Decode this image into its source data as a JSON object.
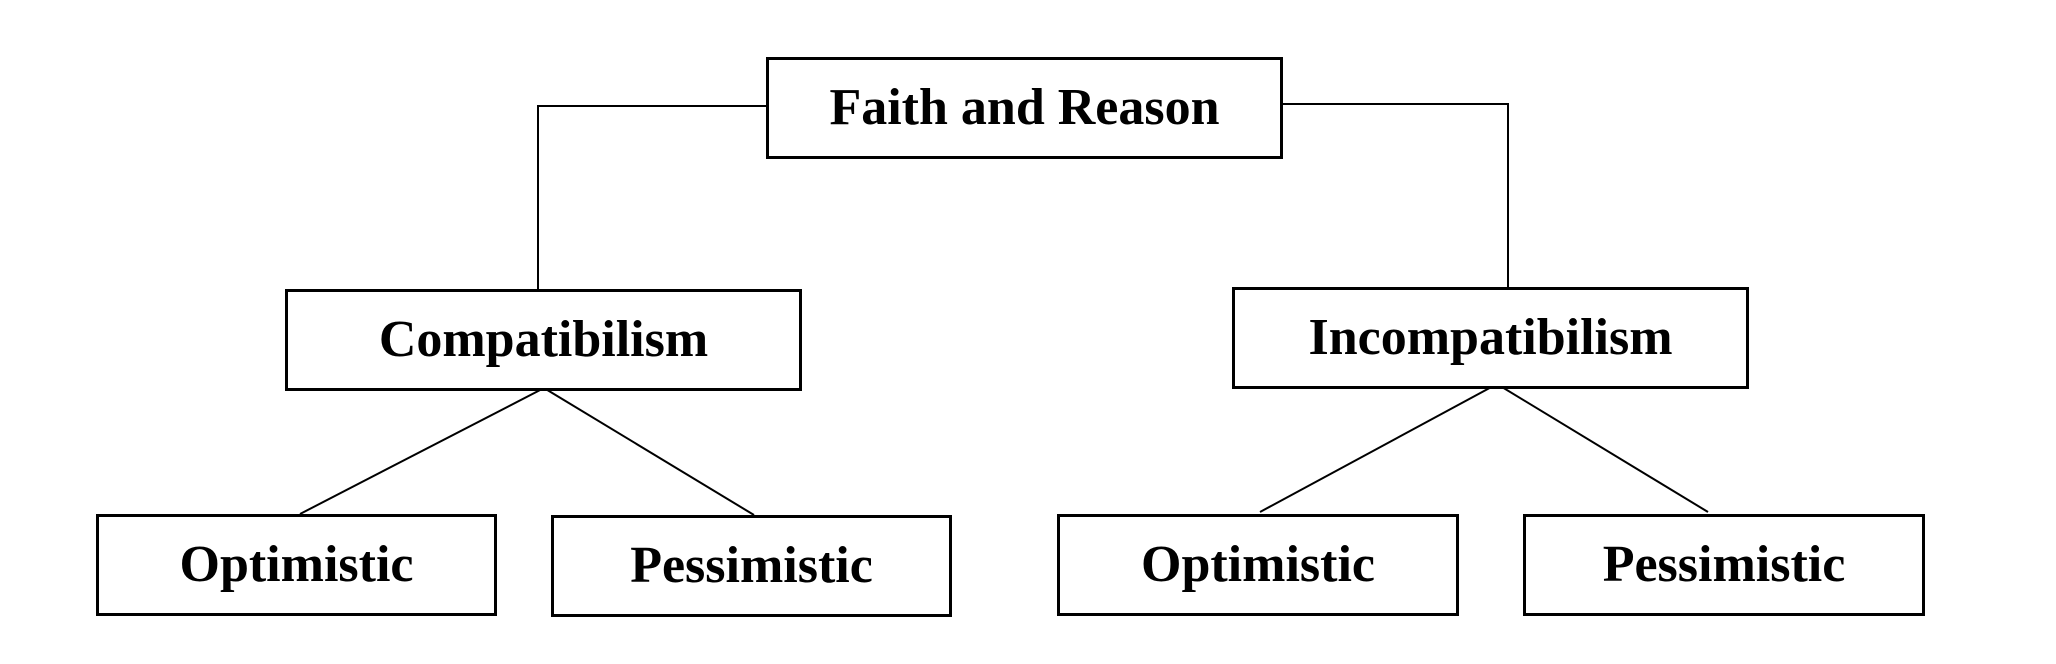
{
  "diagram": {
    "root": {
      "label": "Faith and Reason"
    },
    "branches": [
      {
        "label": "Compatibilism",
        "children": [
          {
            "label": "Optimistic"
          },
          {
            "label": "Pessimistic"
          }
        ]
      },
      {
        "label": "Incompatibilism",
        "children": [
          {
            "label": "Optimistic"
          },
          {
            "label": "Pessimistic"
          }
        ]
      }
    ]
  }
}
